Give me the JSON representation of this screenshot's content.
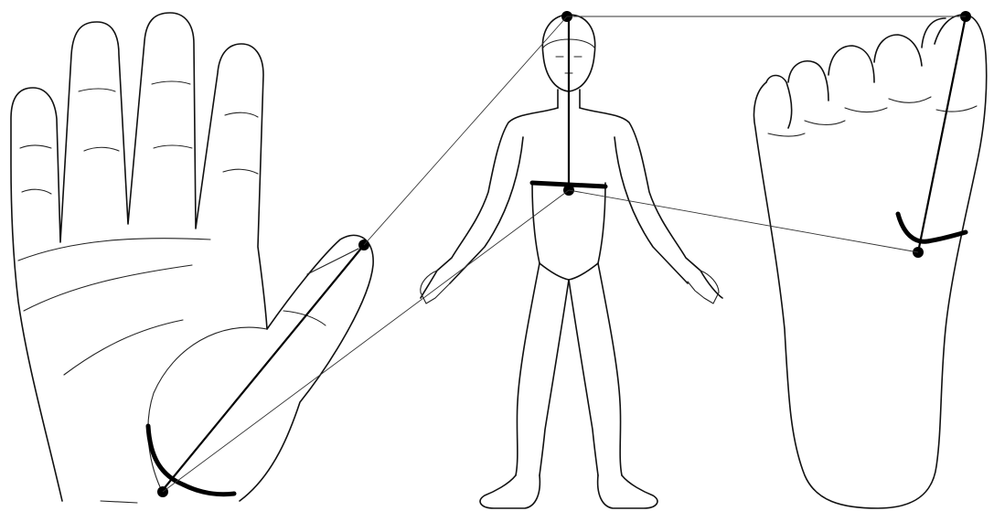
{
  "diagram": {
    "figures": [
      "palm",
      "human-body",
      "foot-sole"
    ],
    "colors": {
      "ink": "#111111",
      "background": "#ffffff",
      "marker": "#000000"
    }
  }
}
